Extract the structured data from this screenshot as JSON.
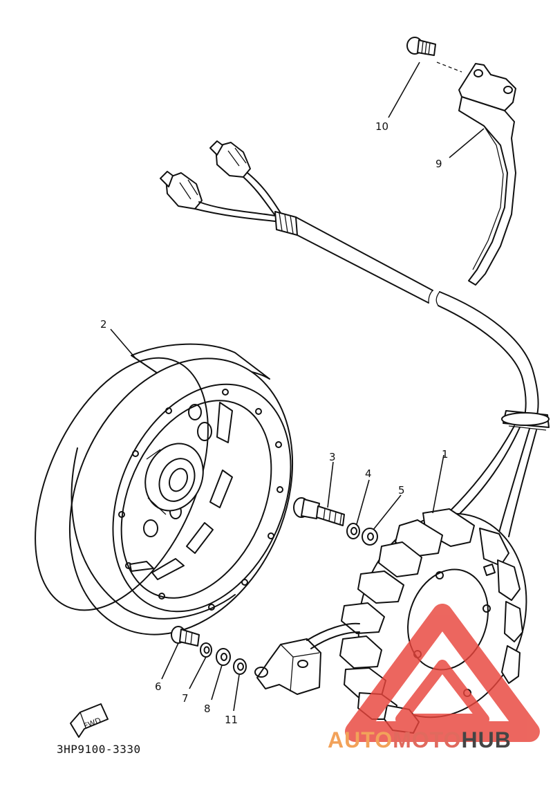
{
  "callouts": {
    "c1": "1",
    "c2": "2",
    "c3": "3",
    "c4": "4",
    "c5": "5",
    "c6": "6",
    "c7": "7",
    "c8": "8",
    "c9": "9",
    "c10": "10",
    "c11": "11"
  },
  "fwd_label": "FWD",
  "diagram_code": "3HP9100-3330",
  "watermark": {
    "part1": "AUTO",
    "part2": "MOTO",
    "part3": "HUB"
  },
  "colors": {
    "ink": "#111111",
    "watermark_red": "#e8453c",
    "watermark_orange": "#f2a25a",
    "watermark_dark": "#454545"
  }
}
